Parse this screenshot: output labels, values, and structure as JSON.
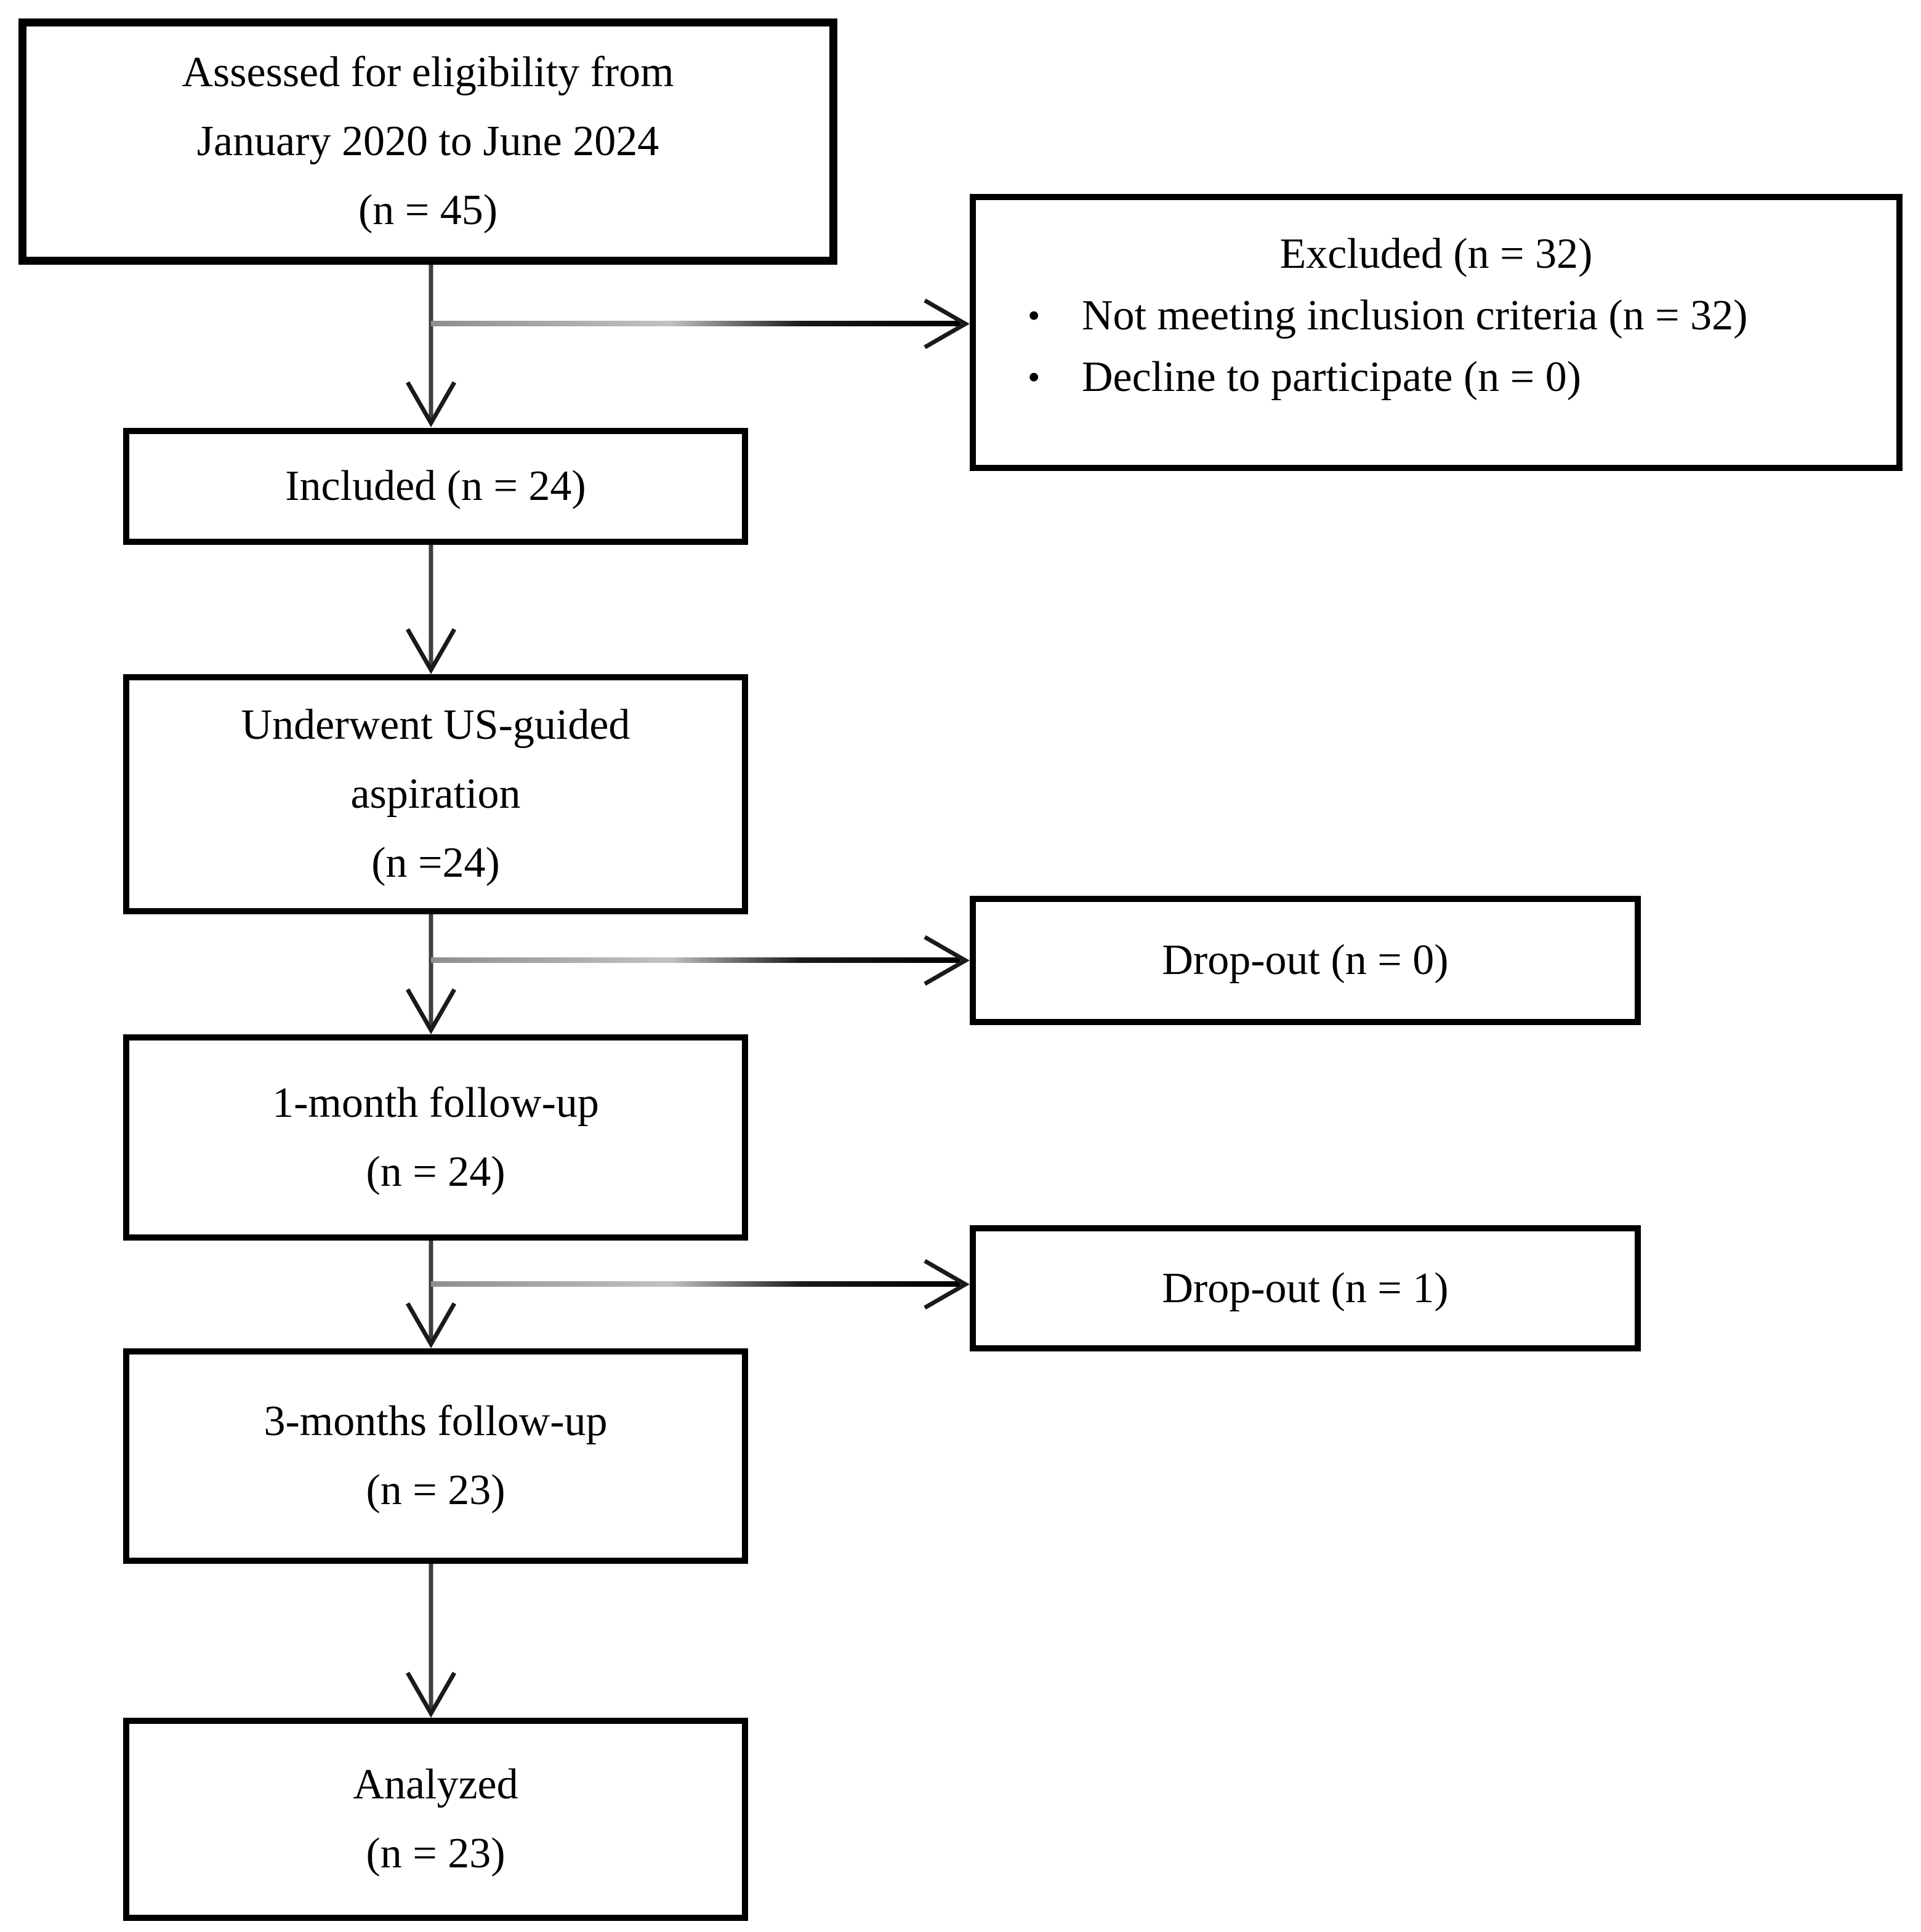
{
  "figure": {
    "background": "#ffffff",
    "colors": {
      "box_border": "#000000",
      "text": "#000000",
      "connector_dark": "#1a1a1a",
      "connector_gray": "#8e8e8e"
    },
    "boxes": {
      "assessed": {
        "lines": [
          "Assessed for eligibility from",
          "January 2020 to June 2024",
          "(n = 45)"
        ]
      },
      "excluded": {
        "title": "Excluded (n = 32)",
        "bullet_char": "•",
        "items": [
          "Not meeting inclusion criteria (n = 32)",
          "Decline to participate (n = 0)"
        ]
      },
      "included": {
        "lines": [
          "Included (n = 24)"
        ]
      },
      "us_aspiration": {
        "lines": [
          "Underwent US-guided",
          "aspiration",
          "(n =24)"
        ]
      },
      "dropout_0": {
        "lines": [
          "Drop-out (n = 0)"
        ]
      },
      "followup_1month": {
        "lines": [
          "1-month follow-up",
          "(n = 24)"
        ]
      },
      "dropout_1": {
        "lines": [
          "Drop-out (n = 1)"
        ]
      },
      "followup_3months": {
        "lines": [
          "3-months follow-up",
          "(n = 23)"
        ]
      },
      "analyzed": {
        "lines": [
          "Analyzed",
          "(n = 23)"
        ]
      }
    }
  }
}
